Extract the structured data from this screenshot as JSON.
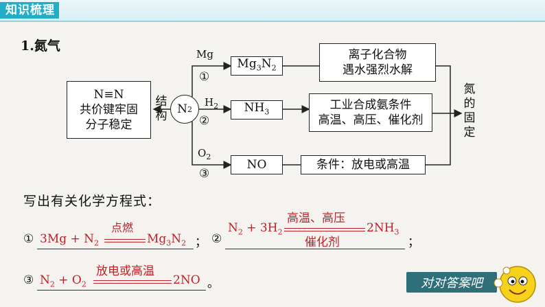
{
  "section_tag": "知识梳理",
  "heading": "1.氮气",
  "structure_box": {
    "line1": "N≡N",
    "line2": "共价键牢固",
    "line3": "分子稳定"
  },
  "structure_label": [
    "结",
    "构"
  ],
  "center": {
    "main": "N",
    "sub": "2"
  },
  "branches": [
    {
      "reagent": "Mg",
      "reagent_sub": "",
      "num": "①",
      "product_main": "Mg",
      "product_sub1": "3",
      "product_mid": "N",
      "product_sub2": "2",
      "note_line1": "离子化合物",
      "note_line2": "遇水强烈水解"
    },
    {
      "reagent": "H",
      "reagent_sub": "2",
      "num": "②",
      "product_main": "NH",
      "product_sub1": "3",
      "note_line1": "工业合成氨条件",
      "note_line2": "高温、高压、催化剂"
    },
    {
      "reagent": "O",
      "reagent_sub": "2",
      "num": "③",
      "product_main": "NO",
      "note_line1": "条件：放电或高温"
    }
  ],
  "fixation_label": [
    "氮",
    "的",
    "固",
    "定"
  ],
  "prompt": "写出有关化学方程式：",
  "equations": {
    "e1": {
      "num": "①",
      "left": "3Mg + N",
      "left_sub": "2",
      "condition": "点燃",
      "right": "Mg",
      "right_sub1": "3",
      "right_mid": "N",
      "right_sub2": "2",
      "end": "；"
    },
    "e2": {
      "num": "②",
      "left_a": "N",
      "left_a_sub": "2",
      "left_b": " + 3H",
      "left_b_sub": "2",
      "cond_top": "高温、高压",
      "cond_bottom": "催化剂",
      "right": "2NH",
      "right_sub": "3",
      "end": "；"
    },
    "e3": {
      "num": "③",
      "left_a": "N",
      "left_a_sub": "2",
      "left_b": " + O",
      "left_b_sub": "2",
      "condition": "放电或高温",
      "right": "2NO",
      "end": "。"
    }
  },
  "answer_button": "对对答案吧"
}
